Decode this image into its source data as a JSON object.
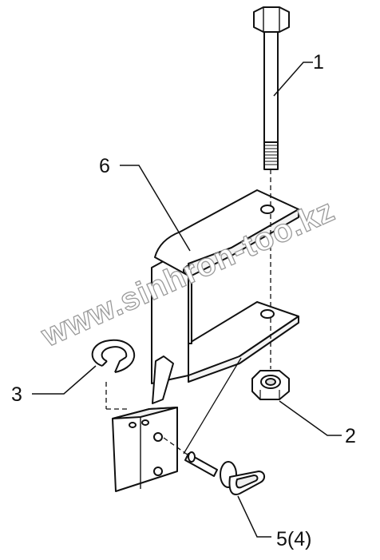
{
  "diagram": {
    "watermark": "www.sinhron-too.kz",
    "callouts": {
      "c1": "1",
      "c2": "2",
      "c3": "3",
      "c4": "5(4)",
      "c6": "6"
    },
    "parts": [
      "bolt",
      "nut",
      "snap-ring",
      "pin",
      "hinge-block",
      "bracket"
    ]
  }
}
